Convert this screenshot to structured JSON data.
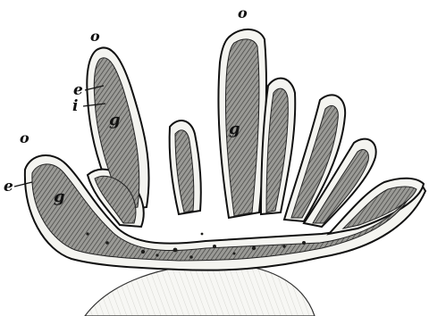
{
  "figure": {
    "labels": {
      "o_tall": "o",
      "o_left": "o",
      "o_outer": "o",
      "e_upper": "e",
      "i_upper": "i",
      "g_left": "g",
      "g_middle": "g",
      "e_lower": "e",
      "g_lower": "g"
    },
    "colors": {
      "ink": "#111111",
      "outer_layer": "#f4f4f0",
      "inner_tissue": "#8a8a86",
      "base_mass": "#f7f7f4"
    }
  }
}
